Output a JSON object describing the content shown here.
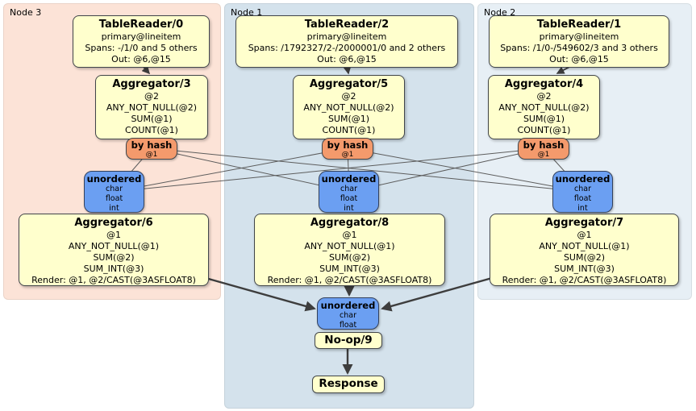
{
  "regions": {
    "node3": {
      "label": "Node 3"
    },
    "node1": {
      "label": "Node 1"
    },
    "node2": {
      "label": "Node 2"
    }
  },
  "boxes": {
    "tr0": {
      "title": "TableReader/0",
      "lines": [
        "primary@lineitem",
        "Spans: -/1/0 and 5 others",
        "Out: @6,@15"
      ]
    },
    "tr2": {
      "title": "TableReader/2",
      "lines": [
        "primary@lineitem",
        "Spans: /1792327/2-/2000001/0 and 2 others",
        "Out: @6,@15"
      ]
    },
    "tr1": {
      "title": "TableReader/1",
      "lines": [
        "primary@lineitem",
        "Spans: /1/0-/549602/3 and 3 others",
        "Out: @6,@15"
      ]
    },
    "agg3": {
      "title": "Aggregator/3",
      "lines": [
        "@2",
        "ANY_NOT_NULL(@2)",
        "SUM(@1)",
        "COUNT(@1)"
      ]
    },
    "agg5": {
      "title": "Aggregator/5",
      "lines": [
        "@2",
        "ANY_NOT_NULL(@2)",
        "SUM(@1)",
        "COUNT(@1)"
      ]
    },
    "agg4": {
      "title": "Aggregator/4",
      "lines": [
        "@2",
        "ANY_NOT_NULL(@2)",
        "SUM(@1)",
        "COUNT(@1)"
      ]
    },
    "agg6": {
      "title": "Aggregator/6",
      "lines": [
        "@1",
        "ANY_NOT_NULL(@1)",
        "SUM(@2)",
        "SUM_INT(@3)",
        "Render: @1, @2/CAST(@3ASFLOAT8)"
      ]
    },
    "agg8": {
      "title": "Aggregator/8",
      "lines": [
        "@1",
        "ANY_NOT_NULL(@1)",
        "SUM(@2)",
        "SUM_INT(@3)",
        "Render: @1, @2/CAST(@3ASFLOAT8)"
      ]
    },
    "agg7": {
      "title": "Aggregator/7",
      "lines": [
        "@1",
        "ANY_NOT_NULL(@1)",
        "SUM(@2)",
        "SUM_INT(@3)",
        "Render: @1, @2/CAST(@3ASFLOAT8)"
      ]
    },
    "noop": {
      "title": "No-op/9"
    },
    "response": {
      "title": "Response"
    }
  },
  "routers": {
    "r3": {
      "title": "by hash",
      "detail": "@1"
    },
    "r1": {
      "title": "by hash",
      "detail": "@1"
    },
    "r2": {
      "title": "by hash",
      "detail": "@1"
    }
  },
  "streams": {
    "s3": {
      "title": "unordered",
      "types": [
        "char",
        "float",
        "int"
      ]
    },
    "s1": {
      "title": "unordered",
      "types": [
        "char",
        "float",
        "int"
      ]
    },
    "s2": {
      "title": "unordered",
      "types": [
        "char",
        "float",
        "int"
      ]
    },
    "sout": {
      "title": "unordered",
      "types": [
        "char",
        "float"
      ]
    }
  },
  "colors": {
    "node3_bg": "#fce3d7",
    "node1_bg": "#d4e2ec",
    "node2_bg": "#e7eff5",
    "processor_bg": "#ffffcd",
    "router_bg": "#f49a6c",
    "stream_bg": "#6b9ff2",
    "edge": "#5c5c5c",
    "arrow": "#3d3d3d"
  }
}
